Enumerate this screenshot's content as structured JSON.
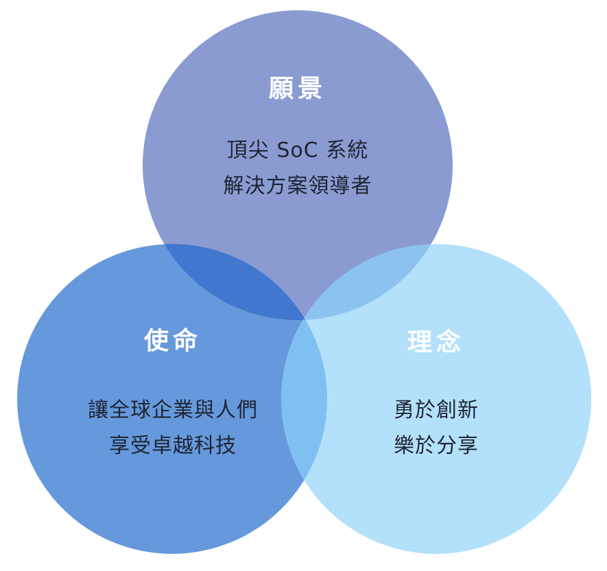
{
  "diagram": {
    "colors": {
      "vision": "#8a9bd1",
      "mission": "#6699dc",
      "values": "#b3e0fb",
      "vision_mission_overlap": "#4177cf",
      "vision_values_overlap": "#8cc2ef",
      "mission_values_overlap": "#80bff2",
      "center_overlap": "#5f96dd",
      "title_text": "#ffffff",
      "body_text": "#1f2433"
    },
    "vision": {
      "title": "願景",
      "lines": [
        "頂尖 SoC 系統",
        "解決方案領導者"
      ]
    },
    "mission": {
      "title": "使命",
      "lines": [
        "讓全球企業與人們",
        "享受卓越科技"
      ]
    },
    "values": {
      "title": "理念",
      "lines": [
        "勇於創新",
        "樂於分享"
      ]
    }
  }
}
